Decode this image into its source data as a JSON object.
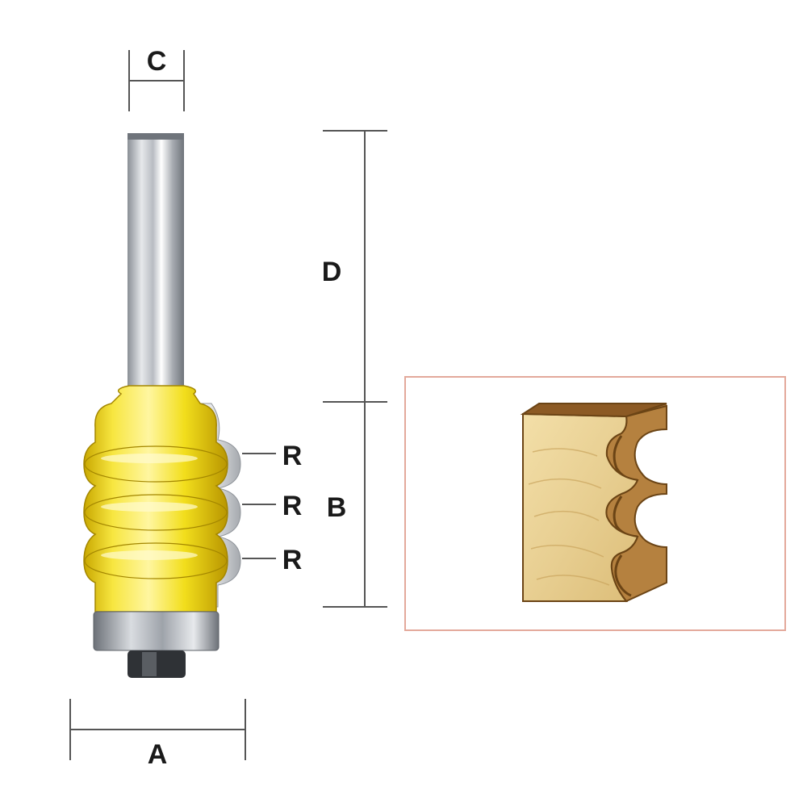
{
  "labels": {
    "shank_diameter": "C",
    "shank_length": "D",
    "cutting_height": "B",
    "cutting_diameter": "A",
    "radius_1": "R",
    "radius_2": "R",
    "radius_3": "R"
  },
  "colors": {
    "cutter_yellow": "#f2de1c",
    "cutter_shadow": "#c9a800",
    "shank_steel": "#b8bcc2",
    "bearing_steel": "#9ea3aa",
    "inset_border": "#e3a99b",
    "wood": "#e8cf92",
    "dimension_lines": "#555555"
  },
  "icons": {
    "router_bit": "router-bit-icon",
    "profile_sample": "wood-profile-icon"
  }
}
